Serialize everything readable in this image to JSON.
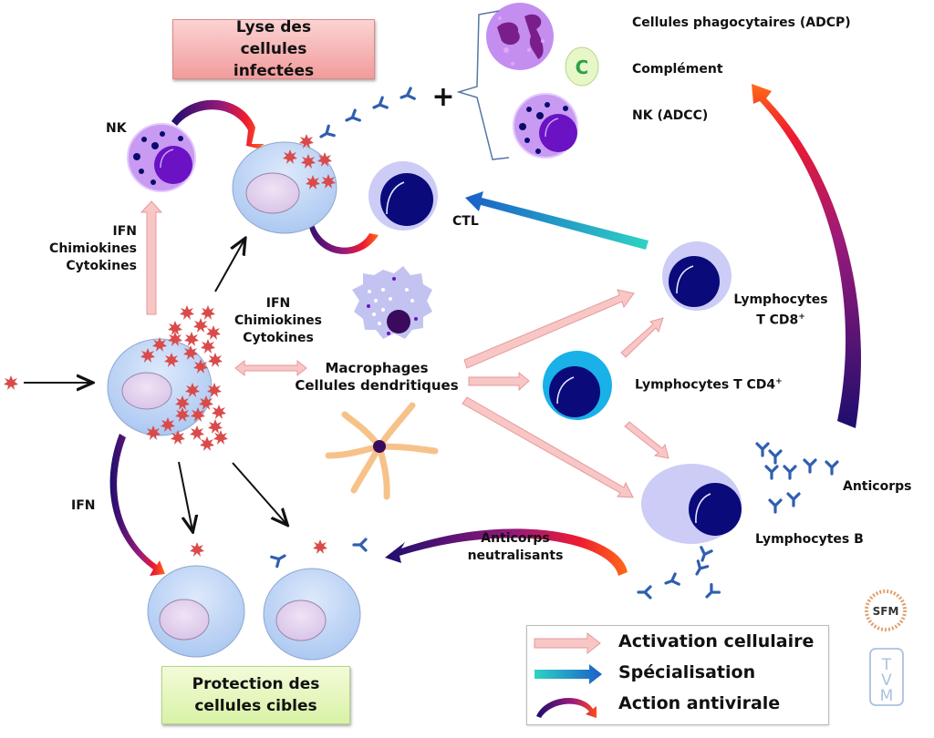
{
  "title_boxes": {
    "lyse": "Lyse des cellules infectées",
    "protection": "Protection des cellules cibles"
  },
  "labels": {
    "nk": "NK",
    "ifn_left": [
      "IFN",
      "Chimiokines",
      "Cytokines"
    ],
    "ifn_center": [
      "IFN",
      "Chimiokines",
      "Cytokines"
    ],
    "ifn_bottom": "IFN",
    "ctl": "CTL",
    "macrophages": [
      "Macrophages",
      "Cellules dendritiques"
    ],
    "cd8": [
      "Lymphocytes",
      "T CD8",
      "+"
    ],
    "cd4": [
      "Lymphocytes T CD4",
      "+"
    ],
    "b": "Lymphocytes B",
    "anticorps": "Anticorps",
    "neutralisants": [
      "Anticorps",
      "neutralisants"
    ],
    "plus": "+",
    "complement_glyph": "C"
  },
  "effectors": [
    {
      "label": "Cellules phagocytaires (ADCP)",
      "icon": "phagocyte-icon"
    },
    {
      "label": "Complément",
      "icon": "complement-icon"
    },
    {
      "label": "NK (ADCC)",
      "icon": "nk-cell-icon"
    }
  ],
  "legend": [
    {
      "label": "Activation cellulaire",
      "icon": "pink-arrow-icon"
    },
    {
      "label": "Spécialisation",
      "icon": "blue-gradient-arrow-icon"
    },
    {
      "label": "Action antivirale",
      "icon": "curved-arrow-icon"
    }
  ],
  "logos": {
    "sfm": "SFM",
    "tvm": [
      "T",
      "V",
      "M"
    ]
  },
  "colors": {
    "activation_arrow": "#f9c6c6",
    "virus": "#d94b4b",
    "cell_body": "#c9dcf7",
    "nucleus": "#e7d6ef",
    "lymphocyte_nucleus": "#0a0a7a",
    "antibody": "#2f5fb0"
  }
}
